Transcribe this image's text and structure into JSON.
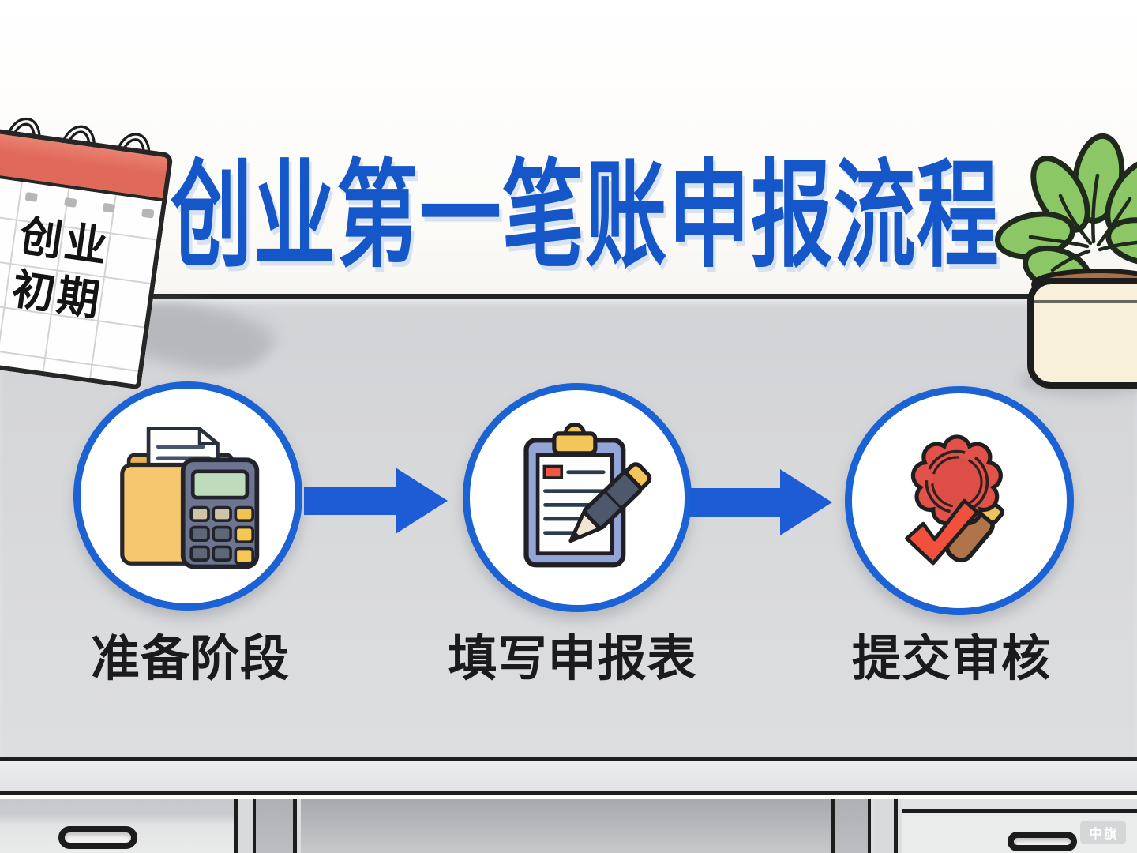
{
  "title": "创业第一笔账申报流程",
  "calendar": {
    "line1": "创业",
    "line2": "初期"
  },
  "steps": [
    {
      "label": "准备阶段",
      "icon": "folder-calculator-icon"
    },
    {
      "label": "填写申报表",
      "icon": "clipboard-pen-icon"
    },
    {
      "label": "提交审核",
      "icon": "seal-magnifier-check-icon"
    }
  ],
  "arrows": [
    {
      "icon": "right-arrow-icon"
    },
    {
      "icon": "right-arrow-icon"
    }
  ],
  "watermark": "中旗",
  "colors": {
    "title_blue": "#1556c8",
    "arrow_blue": "#1d5cd4",
    "ring_blue": "#1b63d4",
    "calendar_red": "#e0695a",
    "seal_red": "#e2524a",
    "label_color": "#1b1b1d"
  }
}
